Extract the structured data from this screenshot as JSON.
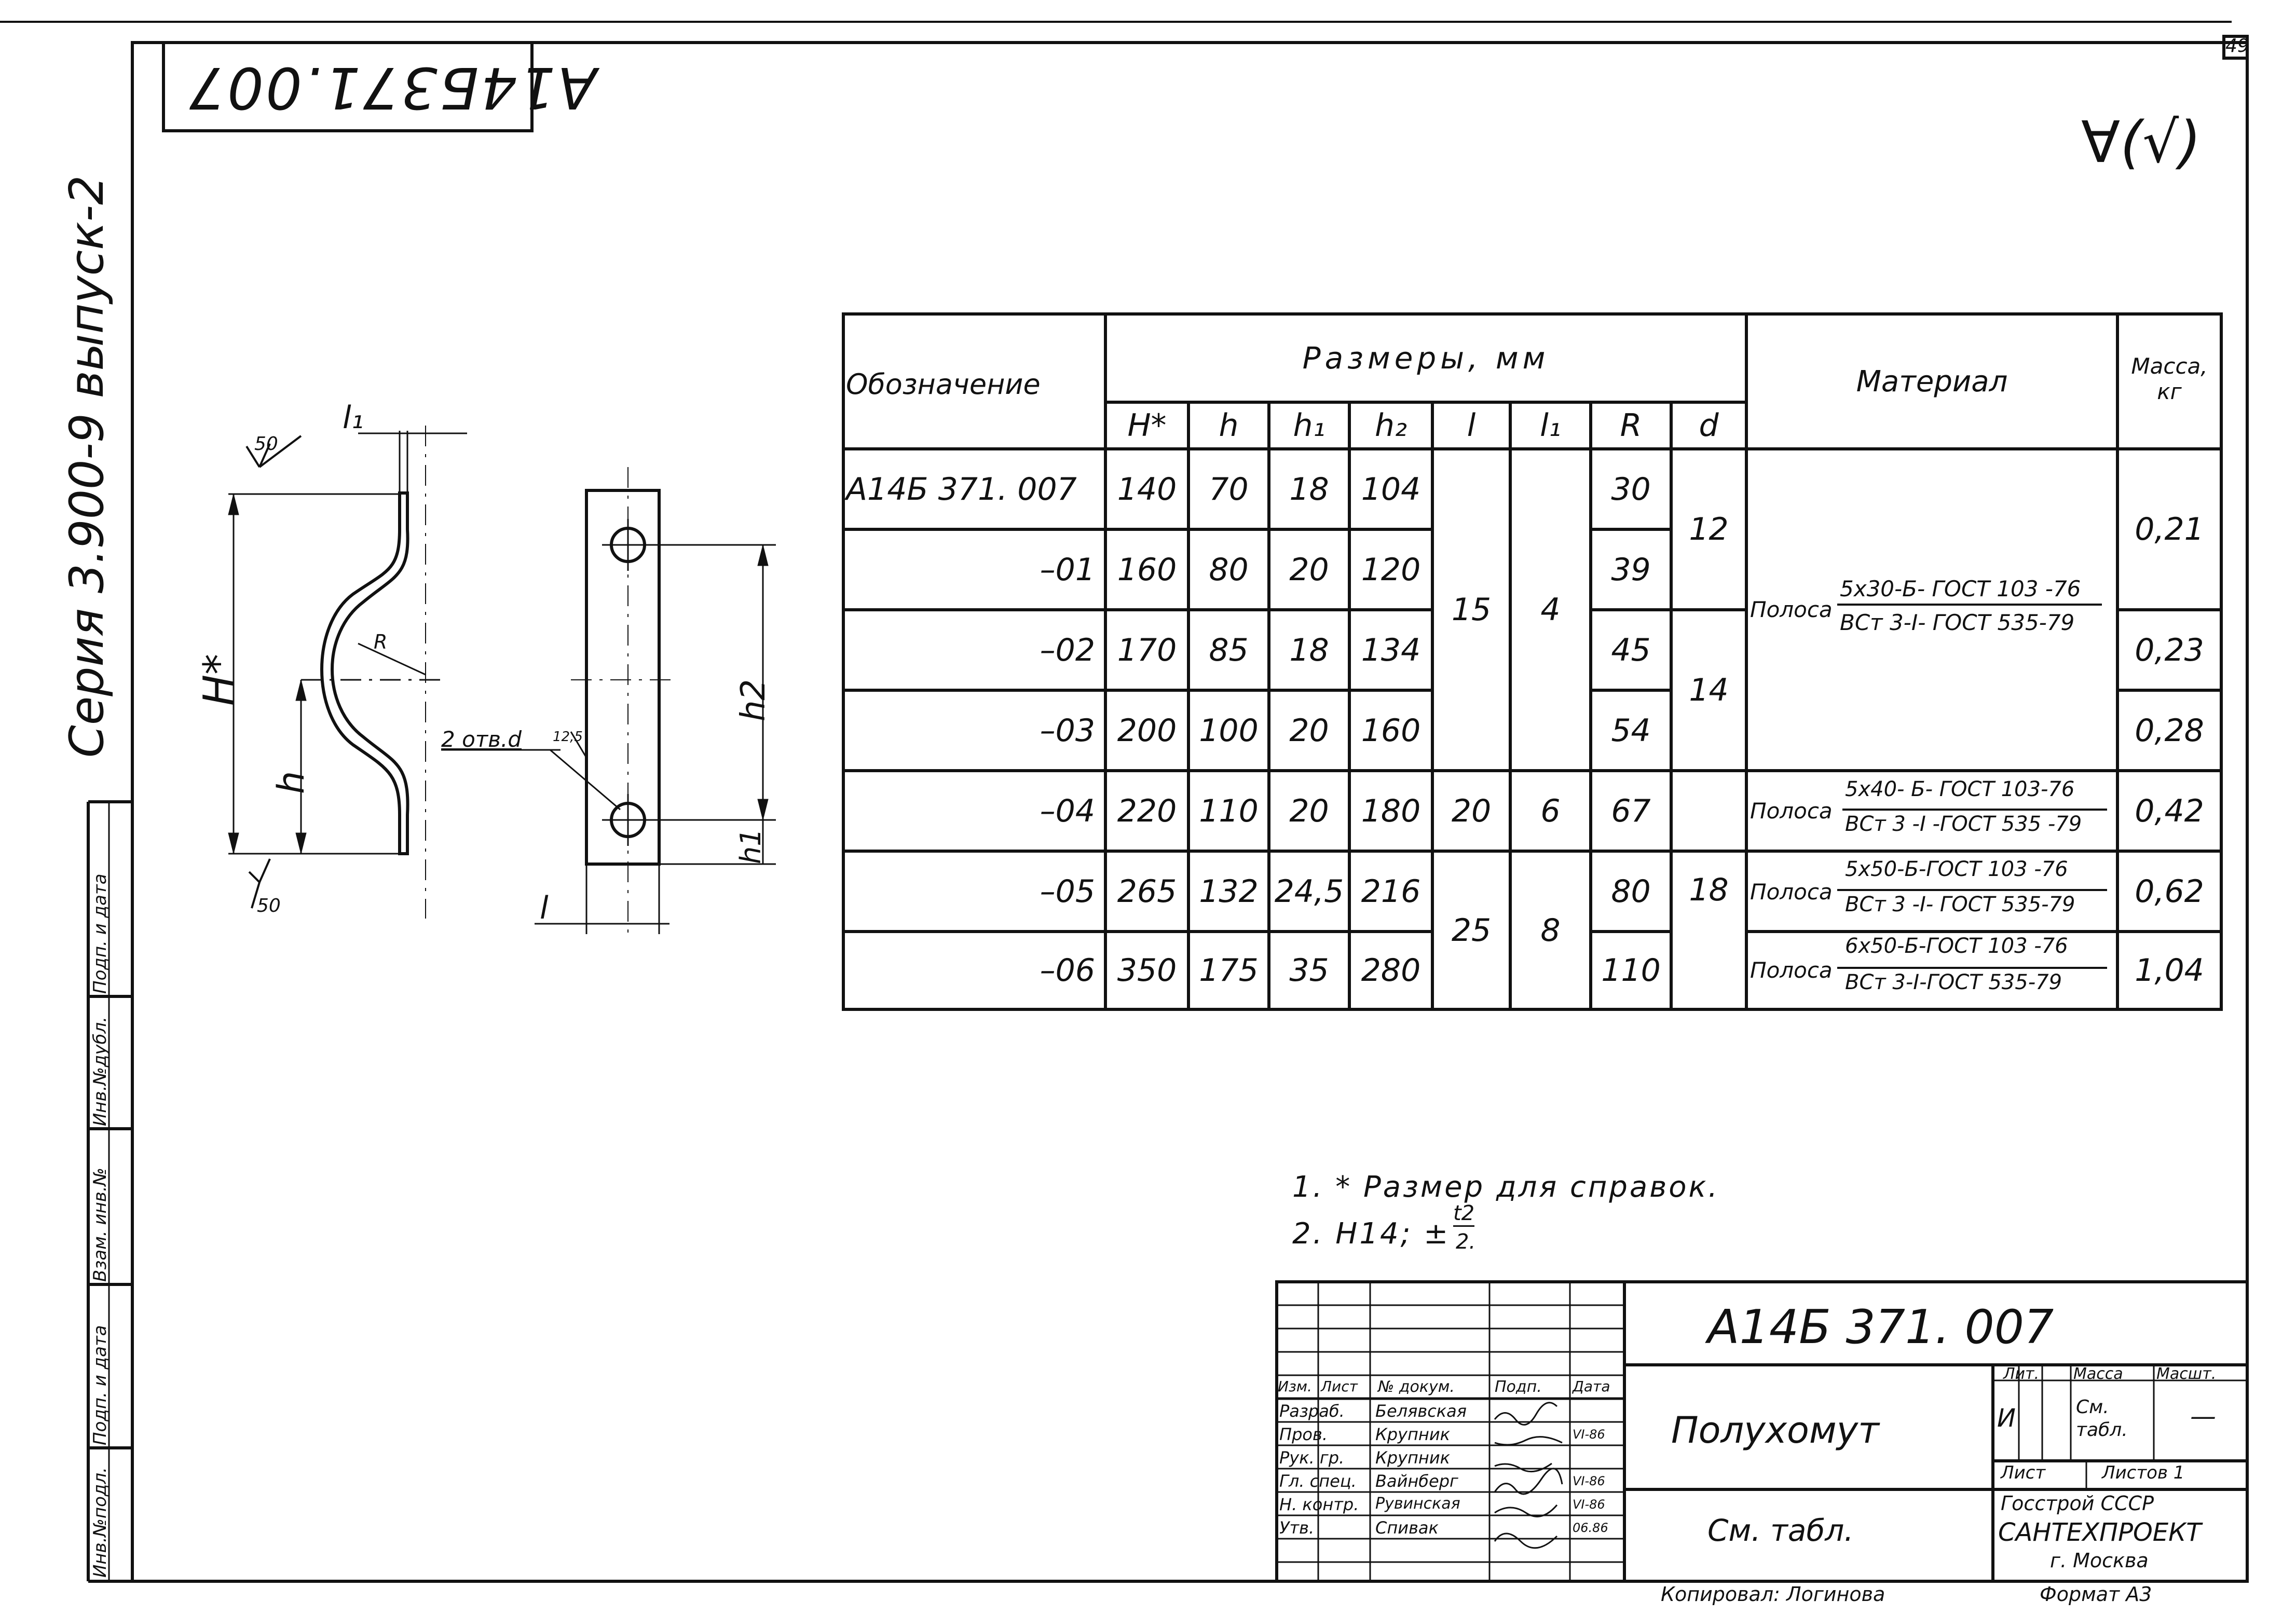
{
  "sheet": {
    "page_number": "49",
    "roughness_mark": "∀(√)",
    "copied_by": "Копировал: Логинова",
    "format": "Формат А3"
  },
  "stamp": {
    "mirrored_code": "А14Б371.007"
  },
  "side_series": "Серия 3.900-9   выпуск-2",
  "side_columns": [
    "Инв.№подл.",
    "Подп. и дата",
    "Взам. инв.№",
    "Инв.№дубл.",
    "Подп. и дата"
  ],
  "drawing": {
    "labels": {
      "H_star": "H*",
      "h": "h",
      "l1": "l₁",
      "R": "R",
      "rough_top": "50",
      "rough_bottom": "50",
      "holes": "2 отв.d",
      "rough_hole": "12,5",
      "h2": "h2",
      "h1": "h1",
      "l": "l"
    }
  },
  "table": {
    "header_designation": "Обозначение",
    "header_sizes": "Размеры, мм",
    "header_material": "Материал",
    "header_mass": "Масса, кг",
    "sub_headers": [
      "H*",
      "h",
      "h₁",
      "h₂",
      "l",
      "l₁",
      "R",
      "d"
    ],
    "rows": [
      {
        "designation": "А14Б 371. 007",
        "H": "140",
        "h": "70",
        "h1": "18",
        "h2": "104",
        "R": "30"
      },
      {
        "designation": "–01",
        "H": "160",
        "h": "80",
        "h1": "20",
        "h2": "120",
        "R": "39"
      },
      {
        "designation": "–02",
        "H": "170",
        "h": "85",
        "h1": "18",
        "h2": "134",
        "R": "45"
      },
      {
        "designation": "–03",
        "H": "200",
        "h": "100",
        "h1": "20",
        "h2": "160",
        "R": "54"
      },
      {
        "designation": "–04",
        "H": "220",
        "h": "110",
        "h1": "20",
        "h2": "180",
        "R": "67"
      },
      {
        "designation": "–05",
        "H": "265",
        "h": "132",
        "h1": "24,5",
        "h2": "216",
        "R": "80"
      },
      {
        "designation": "–06",
        "H": "350",
        "h": "175",
        "h1": "35",
        "h2": "280",
        "R": "110"
      }
    ],
    "merged": {
      "l_15": "15",
      "l1_4": "4",
      "d_12": "12",
      "d_14": "14",
      "l_20": "20",
      "l1_6": "6",
      "l_25": "25",
      "l1_8": "8",
      "d_18": "18"
    },
    "materials": [
      {
        "label": "Полоса",
        "top": "5x30-Б- ГОСТ 103 -76",
        "bottom": "ВСт 3-I- ГОСТ 535-79"
      },
      {
        "label": "Полоса",
        "top": "5x40- Б- ГОСТ 103-76",
        "bottom": "ВСт 3 -I -ГОСТ 535 -79"
      },
      {
        "label": "Полоса",
        "top": "5x50-Б-ГОСТ 103 -76",
        "bottom": "ВСт 3 -I- ГОСТ 535-79"
      },
      {
        "label": "Полоса",
        "top": "6x50-Б-ГОСТ 103 -76",
        "bottom": "ВСт 3-I-ГОСТ 535-79"
      }
    ],
    "masses": [
      "0,21",
      "0,23",
      "0,28",
      "0,42",
      "0,62",
      "1,04"
    ]
  },
  "notes": [
    "1. * Размер для справок.",
    "2. H14; ±",
    "t2",
    "2."
  ],
  "title_block": {
    "code": "А14Б 371. 007",
    "name": "Полухомут",
    "material_ref": "См. табл.",
    "col_headers": [
      "Изм.",
      "Лист",
      "№ докум.",
      "Подп.",
      "Дата"
    ],
    "people": [
      {
        "role": "Разраб.",
        "name": "Белявская",
        "date": ""
      },
      {
        "role": "Пров.",
        "name": "Крупник",
        "date": "VI-86"
      },
      {
        "role": "Рук. гр.",
        "name": "Крупник",
        "date": ""
      },
      {
        "role": "Гл. спец.",
        "name": "Вайнберг",
        "date": "VI-86"
      },
      {
        "role": "Н. контр.",
        "name": "Рувинская",
        "date": "VI-86"
      },
      {
        "role": "Утв.",
        "name": "Спивак",
        "date": "06.86"
      }
    ],
    "lit_label": "Лит.",
    "mass_label": "Масса",
    "scale_label": "Масшт.",
    "lit_value": "И",
    "mass_value": "См. табл.",
    "scale_value": "—",
    "sheet_label": "Лист",
    "sheets_label": "Листов 1",
    "org_line1": "Госстрой СССР",
    "org_line2": "САНТЕХПРОЕКТ",
    "org_line3": "г. Москва"
  }
}
